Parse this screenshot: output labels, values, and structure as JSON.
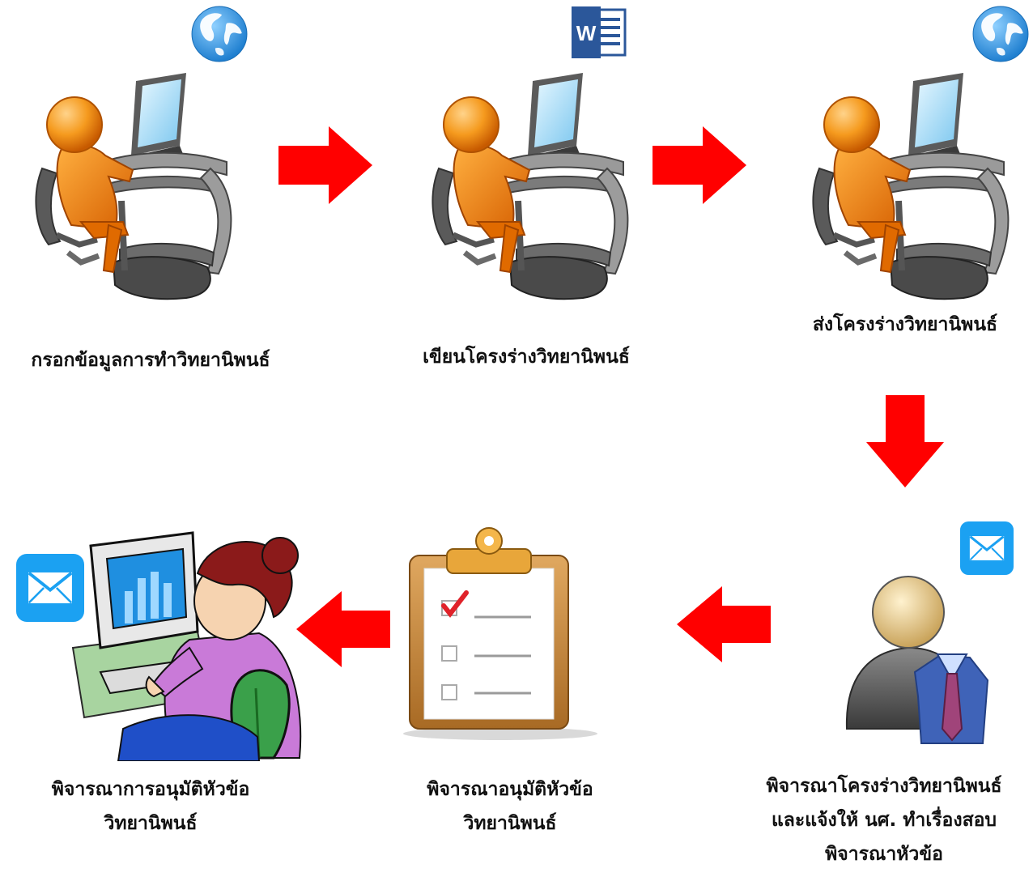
{
  "steps": [
    {
      "icon": "globe-icon",
      "label": [
        "กรอกข้อมูลการทำวิทยานิพนธ์"
      ]
    },
    {
      "icon": "word-document-icon",
      "label": [
        "เขียนโครงร่างวิทยานิพนธ์"
      ]
    },
    {
      "icon": "globe-icon",
      "label": [
        "ส่งโครงร่างวิทยานิพนธ์"
      ]
    },
    {
      "icon": "email-icon",
      "label": [
        "พิจารณาโครงร่างวิทยานิพนธ์",
        "และแจ้งให้ นศ. ทำเรื่องสอบ",
        "พิจารณาหัวข้อ"
      ]
    },
    {
      "icon": "clipboard-checklist-icon",
      "label": [
        "พิจารณาอนุมัติหัวข้อ",
        "วิทยานิพนธ์"
      ]
    },
    {
      "icon": "email-icon",
      "label": [
        "พิจารณาการอนุมัติหัวข้อ",
        "วิทยานิพนธ์"
      ]
    }
  ],
  "word_icon_letter": "W",
  "colors": {
    "arrow": "#ff0000",
    "person_orange": "#f07a10",
    "globe_blue": "#2f95e0",
    "word_blue": "#2b579a",
    "mail_blue": "#1ba1f2"
  }
}
